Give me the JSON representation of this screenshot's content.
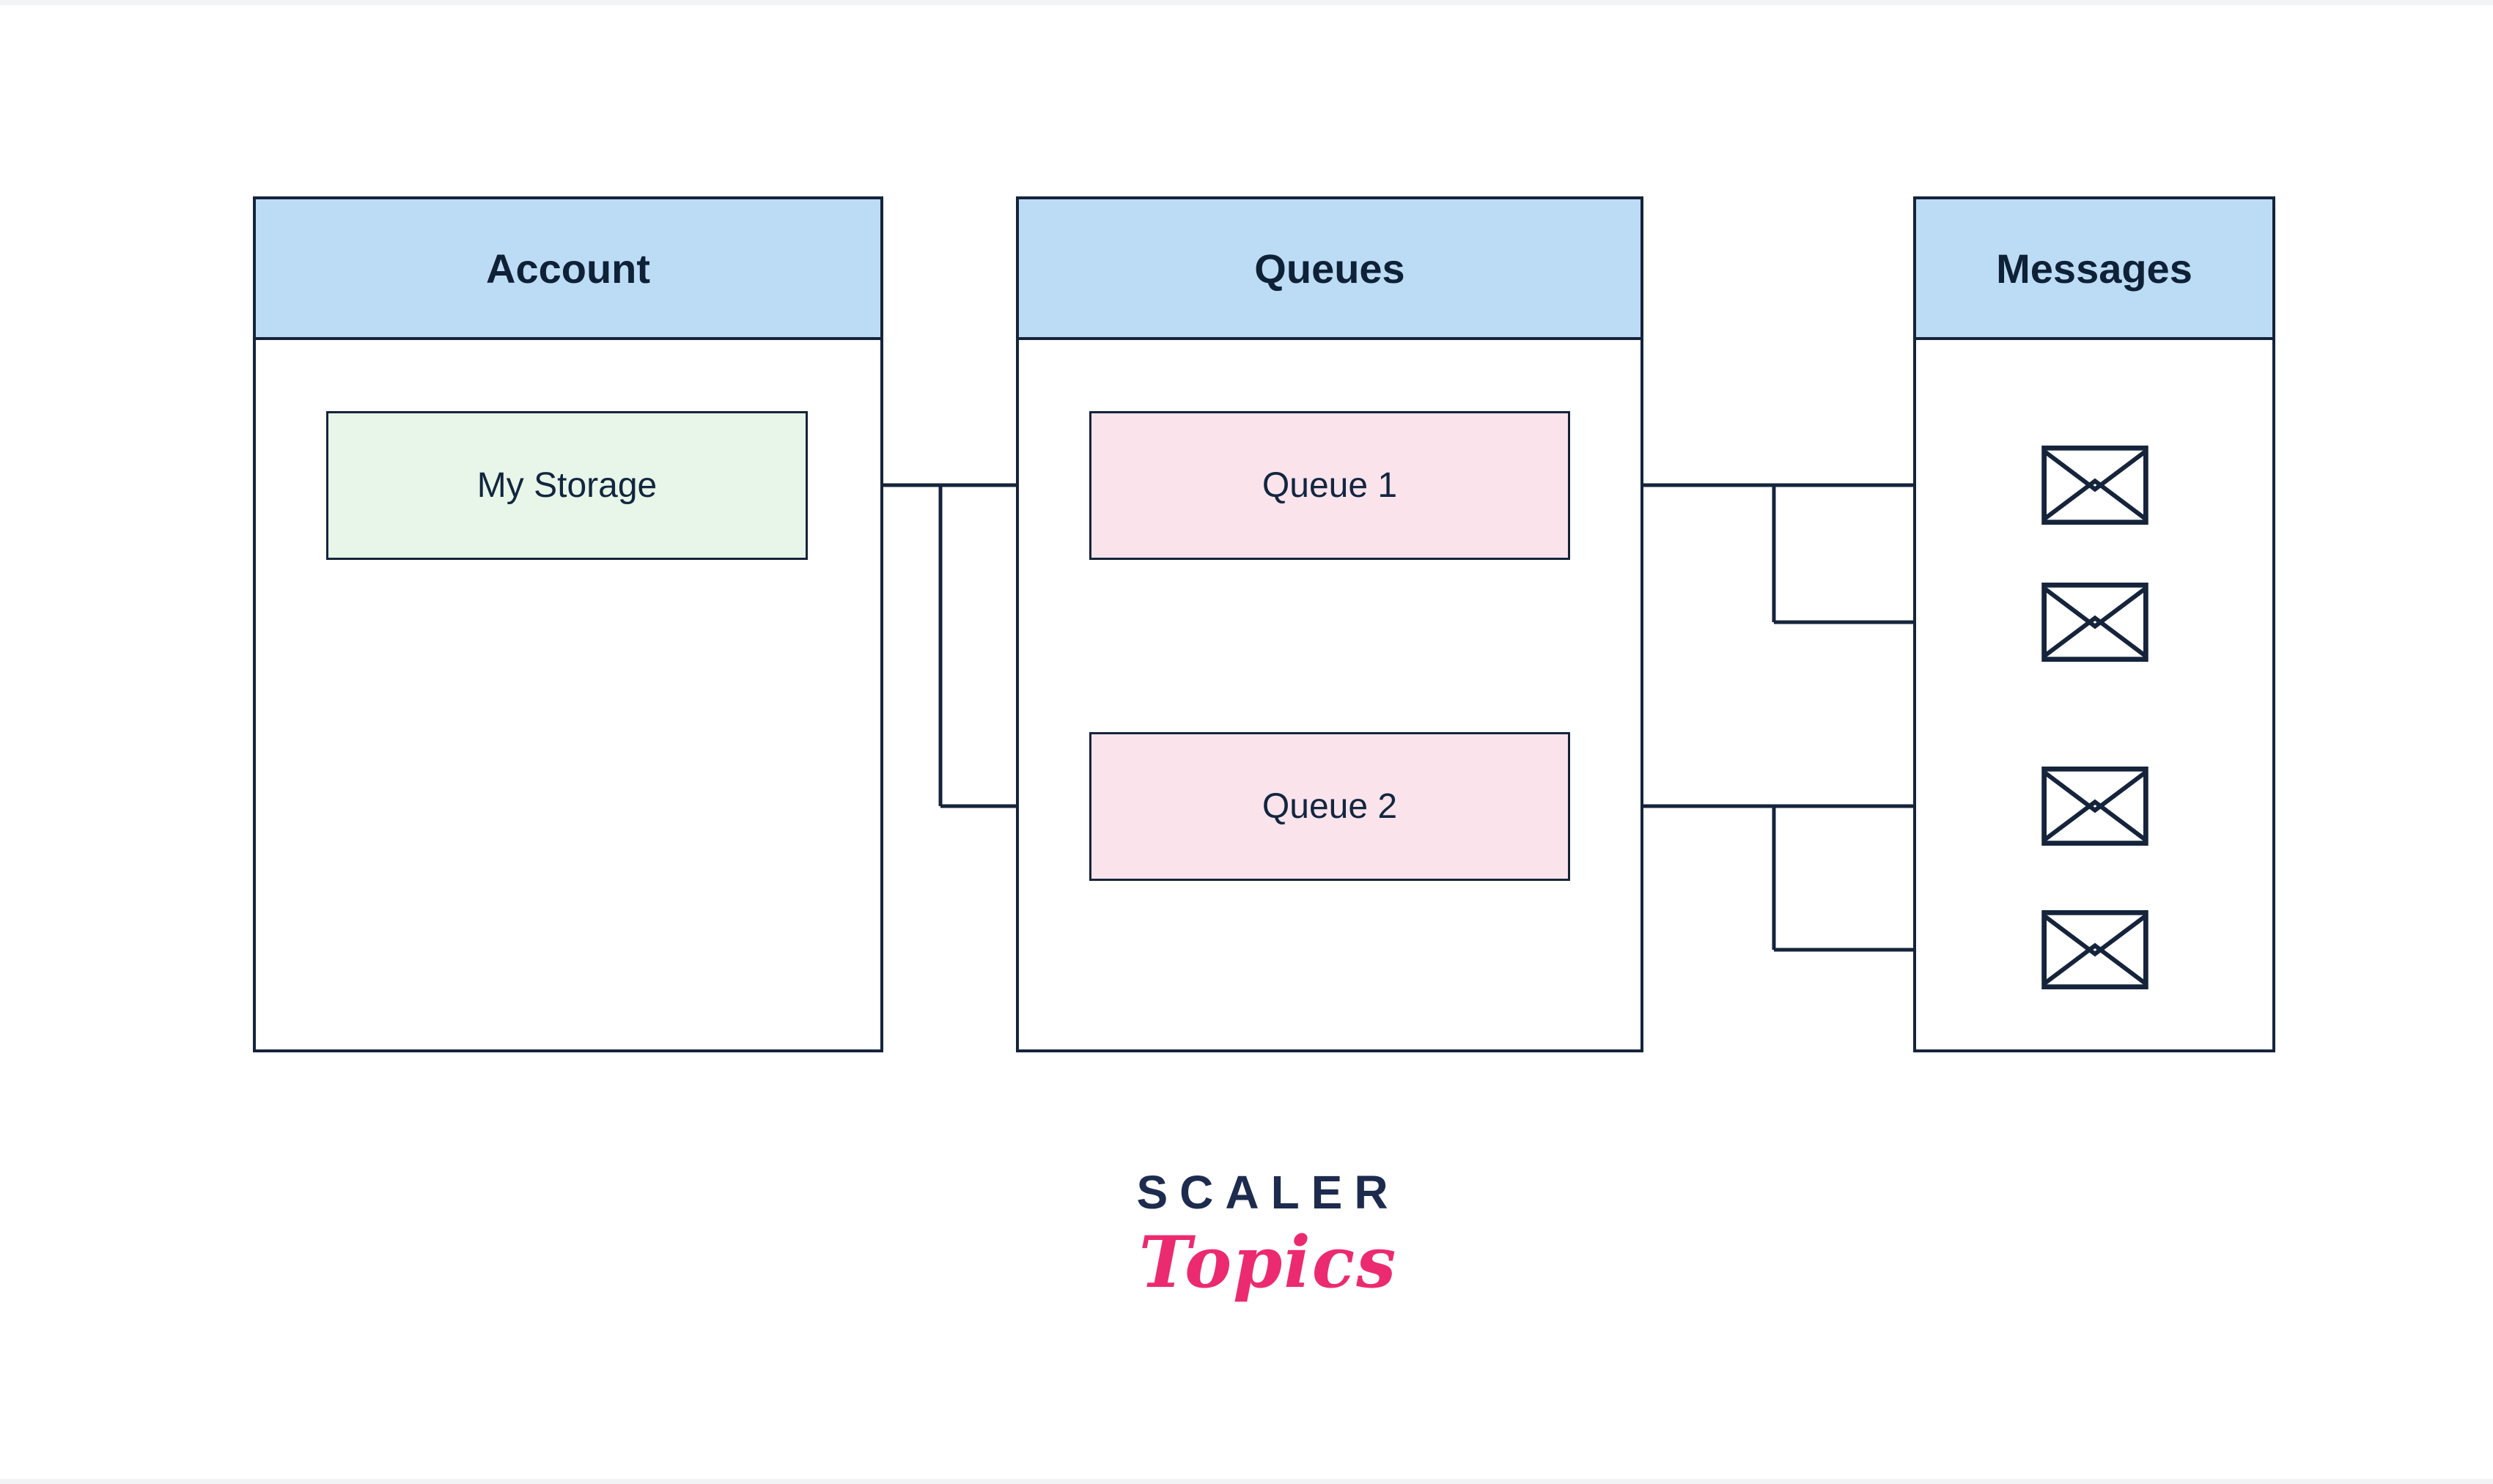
{
  "diagram": {
    "description": "Storage account to queues to messages structure diagram",
    "columns": {
      "account": {
        "title": "Account",
        "storage_label": "My Storage"
      },
      "queues": {
        "title": "Queues",
        "queue1_label": "Queue 1",
        "queue2_label": "Queue 2"
      },
      "messages": {
        "title": "Messages",
        "envelope_count": 4,
        "icon": "envelope-icon"
      }
    },
    "connections": [
      {
        "from": "My Storage",
        "to": "Queue 1"
      },
      {
        "from": "My Storage",
        "to": "Queue 2"
      },
      {
        "from": "Queue 1",
        "to": "message-envelope-1"
      },
      {
        "from": "Queue 1",
        "to": "message-envelope-2"
      },
      {
        "from": "Queue 2",
        "to": "message-envelope-3"
      },
      {
        "from": "Queue 2",
        "to": "message-envelope-4"
      }
    ],
    "colors": {
      "header_bg": "#BCDCF5",
      "border": "#15243B",
      "storage_bg": "#E7F6E8",
      "queue_bg": "#FBE3EC",
      "line": "#15243B",
      "brand_navy": "#1D2B4E",
      "brand_pink": "#EC2A70"
    }
  },
  "logo": {
    "brand": "SCALER",
    "sub": "Topics"
  }
}
